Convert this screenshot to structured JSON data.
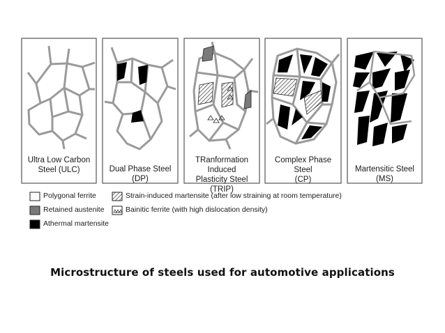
{
  "panels": [
    {
      "line1": "Ultra Low Carbon",
      "line2": "Steel (ULC)"
    },
    {
      "line1": "Dual Phase Steel (DP)",
      "line2": ""
    },
    {
      "line1": "TRanformation Induced",
      "line2": "Plasticity Steel (TRIP)"
    },
    {
      "line1": "Complex Phase Steel",
      "line2": "(CP)"
    },
    {
      "line1": "Martensitic Steel (MS)",
      "line2": ""
    }
  ],
  "legend": {
    "polygonal_ferrite": "Polygonal ferrite",
    "retained_austenite": "Retained austenite",
    "athermal_martensite": "Athermal martensite",
    "strain_induced_martensite": "Strain-induced martensite (after low straining at room temperature)",
    "bainitic_ferrite": "Bainitic ferrite (with high dislocation density)"
  },
  "caption": "Microstructure of steels used for automotive applications",
  "colors": {
    "ferrite": "#ffffff",
    "austenite": "#7a7a7a",
    "martensite": "#000000",
    "grain_boundary": "#9a9a9a"
  }
}
